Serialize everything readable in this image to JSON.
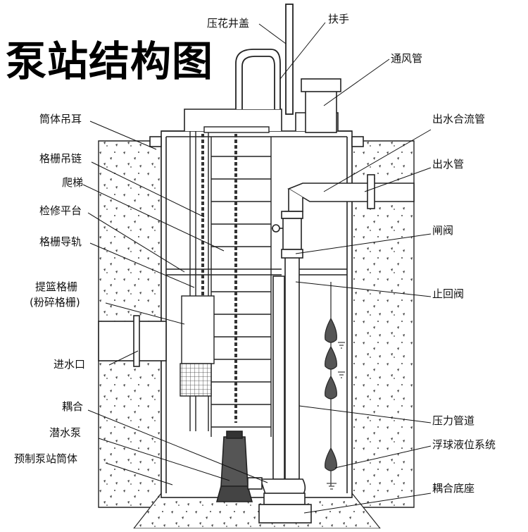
{
  "title": "泵站结构图",
  "labels": {
    "manhole_cover": "压花井盖",
    "handrail": "扶手",
    "vent_pipe": "通风管",
    "lifting_ear": "筒体吊耳",
    "grille_chain": "格栅吊链",
    "ladder": "爬梯",
    "platform": "检修平台",
    "grille_rail": "格栅导轨",
    "basket_grille": "提篮格栅",
    "basket_grille_alt": "(粉碎格栅)",
    "inlet": "进水口",
    "coupling": "耦合",
    "pump": "潜水泵",
    "shell": "预制泵站筒体",
    "outlet_manifold": "出水合流管",
    "outlet_pipe": "出水管",
    "gate_valve": "闸阀",
    "check_valve": "止回阀",
    "pressure_pipe": "压力管道",
    "float_system": "浮球液位系统",
    "coupling_base": "耦合底座"
  }
}
